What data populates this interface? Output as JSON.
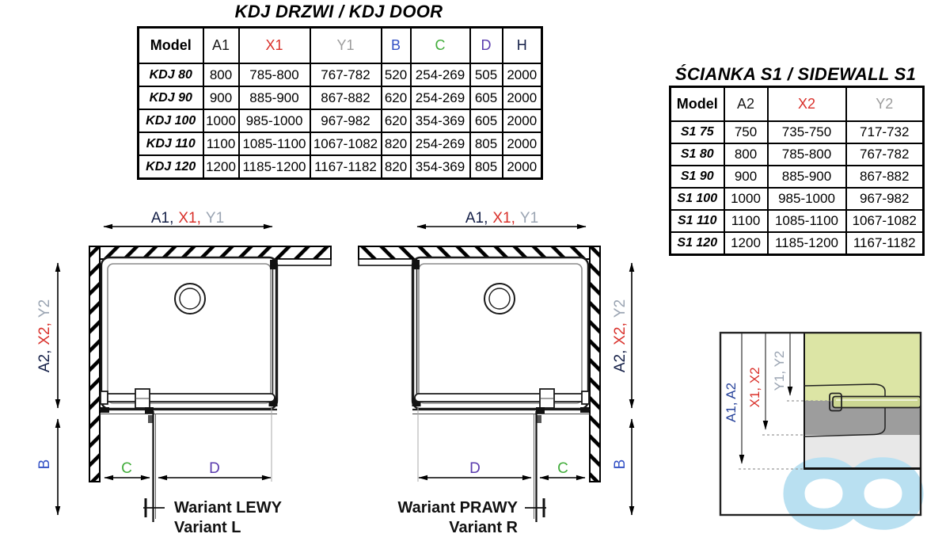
{
  "door_table": {
    "title": "KDJ DRZWI / KDJ DOOR",
    "headers": [
      {
        "label": "Model",
        "color": "#000000"
      },
      {
        "label": "A1",
        "color": "#1a1a1a"
      },
      {
        "label": "X1",
        "color": "#d9302a"
      },
      {
        "label": "Y1",
        "color": "#9c9c9c"
      },
      {
        "label": "B",
        "color": "#3351c5"
      },
      {
        "label": "C",
        "color": "#43ad3c"
      },
      {
        "label": "D",
        "color": "#5b3cae"
      },
      {
        "label": "H",
        "color": "#141f47"
      }
    ],
    "rows": [
      {
        "model": "KDJ 80",
        "values": [
          "800",
          "785-800",
          "767-782",
          "520",
          "254-269",
          "505",
          "2000"
        ]
      },
      {
        "model": "KDJ 90",
        "values": [
          "900",
          "885-900",
          "867-882",
          "620",
          "254-269",
          "605",
          "2000"
        ]
      },
      {
        "model": "KDJ 100",
        "values": [
          "1000",
          "985-1000",
          "967-982",
          "620",
          "354-369",
          "605",
          "2000"
        ]
      },
      {
        "model": "KDJ 110",
        "values": [
          "1100",
          "1085-1100",
          "1067-1082",
          "820",
          "254-269",
          "805",
          "2000"
        ]
      },
      {
        "model": "KDJ 120",
        "values": [
          "1200",
          "1185-1200",
          "1167-1182",
          "820",
          "354-369",
          "805",
          "2000"
        ]
      }
    ]
  },
  "sidewall_table": {
    "title": "ŚCIANKA S1 / SIDEWALL S1",
    "headers": [
      {
        "label": "Model",
        "color": "#000000"
      },
      {
        "label": "A2",
        "color": "#1a1a1a"
      },
      {
        "label": "X2",
        "color": "#d9302a"
      },
      {
        "label": "Y2",
        "color": "#9c9c9c"
      }
    ],
    "rows": [
      {
        "model": "S1 75",
        "values": [
          "750",
          "735-750",
          "717-732"
        ]
      },
      {
        "model": "S1 80",
        "values": [
          "800",
          "785-800",
          "767-782"
        ]
      },
      {
        "model": "S1 90",
        "values": [
          "900",
          "885-900",
          "867-882"
        ]
      },
      {
        "model": "S1 100",
        "values": [
          "1000",
          "985-1000",
          "967-982"
        ]
      },
      {
        "model": "S1 110",
        "values": [
          "1100",
          "1085-1100",
          "1067-1082"
        ]
      },
      {
        "model": "S1 120",
        "values": [
          "1200",
          "1185-1200",
          "1167-1182"
        ]
      }
    ]
  },
  "diagram_left": {
    "width_label": {
      "a": "A1,",
      "x": "X1,",
      "y": "Y1"
    },
    "depth_label": {
      "a": "A2,",
      "x": "X2,",
      "y": "Y2"
    },
    "b": "B",
    "c": "C",
    "d": "D",
    "caption1": "Wariant LEWY",
    "caption2": "Variant L"
  },
  "diagram_right": {
    "width_label": {
      "a": "A1,",
      "x": "X1,",
      "y": "Y1"
    },
    "depth_label": {
      "a": "A2,",
      "x": "X2,",
      "y": "Y2"
    },
    "b": "B",
    "c": "C",
    "d": "D",
    "caption1": "Wariant PRAWY",
    "caption2": "Variant R"
  },
  "detail_panel": {
    "a_label": "A1, A2",
    "x_label": "X1, X2",
    "y_label": "Y1, Y2"
  },
  "colors": {
    "dimension_red": "#d9302a",
    "dimension_gray": "#9aa4b2",
    "dimension_blue": "#3351c5",
    "dimension_green": "#43ad3c",
    "dimension_purple": "#5b3cae",
    "dimension_navy": "#141f47",
    "detail_navy": "#27439b",
    "wall_section_green": "#dce5a5",
    "profile_section_gray": "#9d9d9d",
    "tray_section_gray": "#e8e8e8",
    "watermark_blue": "#b9e0f1",
    "line_black": "#111111"
  }
}
